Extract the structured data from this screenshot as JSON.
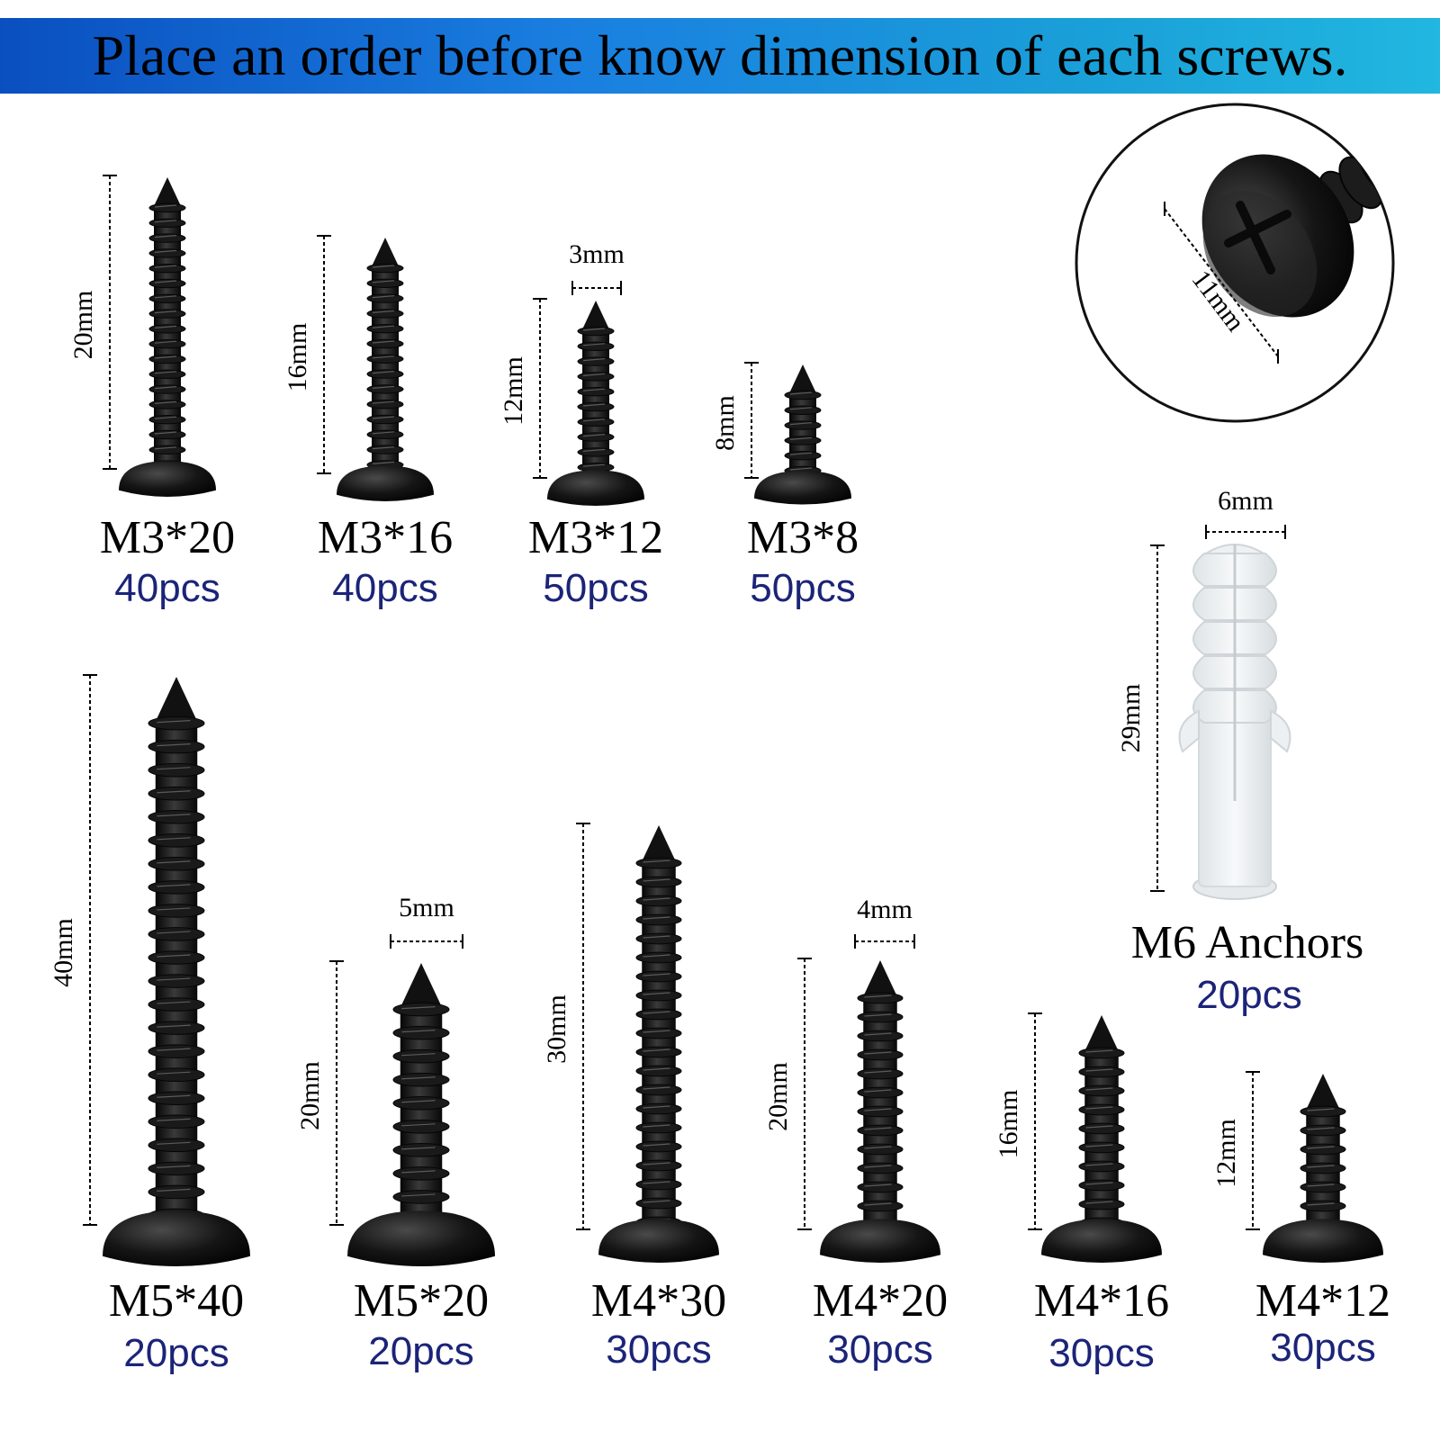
{
  "banner": {
    "text": "Place an order before know dimension of each screws."
  },
  "colors": {
    "banner_start": "#0a4fc0",
    "banner_end": "#21b7e0",
    "quantity_text": "#1b2478",
    "screw": "#111111",
    "anchor": "#eef1f2"
  },
  "screws": [
    {
      "id": "m3-20",
      "label": "M3*20",
      "quantity": "40pcs",
      "length_label": "20mm",
      "diameter_label": ""
    },
    {
      "id": "m3-16",
      "label": "M3*16",
      "quantity": "40pcs",
      "length_label": "16mm",
      "diameter_label": ""
    },
    {
      "id": "m3-12",
      "label": "M3*12",
      "quantity": "50pcs",
      "length_label": "12mm",
      "diameter_label": "3mm"
    },
    {
      "id": "m3-8",
      "label": "M3*8",
      "quantity": "50pcs",
      "length_label": "8mm",
      "diameter_label": ""
    },
    {
      "id": "m5-40",
      "label": "M5*40",
      "quantity": "20pcs",
      "length_label": "40mm",
      "diameter_label": ""
    },
    {
      "id": "m5-20",
      "label": "M5*20",
      "quantity": "20pcs",
      "length_label": "20mm",
      "diameter_label": "5mm"
    },
    {
      "id": "m4-30",
      "label": "M4*30",
      "quantity": "30pcs",
      "length_label": "30mm",
      "diameter_label": ""
    },
    {
      "id": "m4-20",
      "label": "M4*20",
      "quantity": "30pcs",
      "length_label": "20mm",
      "diameter_label": "4mm"
    },
    {
      "id": "m4-16",
      "label": "M4*16",
      "quantity": "30pcs",
      "length_label": "16mm",
      "diameter_label": ""
    },
    {
      "id": "m4-12",
      "label": "M4*12",
      "quantity": "30pcs",
      "length_label": "12mm",
      "diameter_label": ""
    }
  ],
  "anchor": {
    "label": "M6 Anchors",
    "quantity": "20pcs",
    "length_label": "29mm",
    "diameter_label": "6mm"
  },
  "head_detail": {
    "diameter_label": "11mm"
  }
}
